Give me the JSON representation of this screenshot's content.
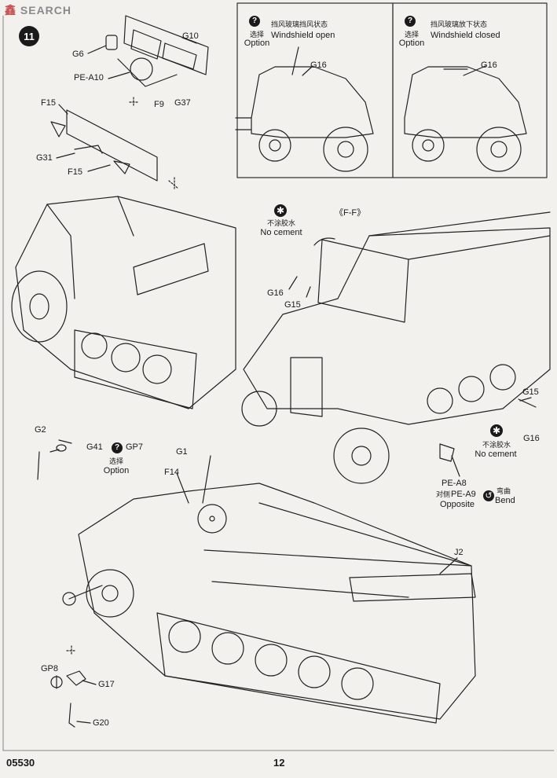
{
  "watermark": {
    "prefix": "鑫",
    "text": "SEARCH"
  },
  "step_number": "11",
  "footer": {
    "code": "05530",
    "page": "12"
  },
  "insets": [
    {
      "cn": "挡风玻璃挡风状态",
      "en": "Windshield open",
      "option_cn": "选择",
      "option_en": "Option",
      "part": "G16"
    },
    {
      "cn": "挡风玻璃放下状态",
      "en": "Windshield closed",
      "option_cn": "选择",
      "option_en": "Option",
      "part": "G16"
    }
  ],
  "parts_top_left": [
    "G10",
    "G6",
    "PE-A10",
    "F9",
    "G37",
    "F15",
    "G31",
    "F15"
  ],
  "mid_right": {
    "view_label": "《F-F》",
    "no_cement_1_cn": "不涂胶水",
    "no_cement_1_en": "No cement",
    "g16_a": "G16",
    "g15_a": "G15",
    "g15_b": "G15",
    "g16_b": "G16",
    "no_cement_2_cn": "不涂胶水",
    "no_cement_2_en": "No cement",
    "pe_a8": "PE-A8",
    "pe_a9_cn": "对侧",
    "pe_a9": "PE-A9",
    "opposite": "Opposite",
    "bend_cn": "弯曲",
    "bend_en": "Bend"
  },
  "bottom": {
    "g2": "G2",
    "g41": "G41",
    "gp7": "GP7",
    "option_cn": "选择",
    "option_en": "Option",
    "g1": "G1",
    "f14": "F14",
    "j2": "J2",
    "gp8": "GP8",
    "g17": "G17",
    "g20": "G20"
  }
}
